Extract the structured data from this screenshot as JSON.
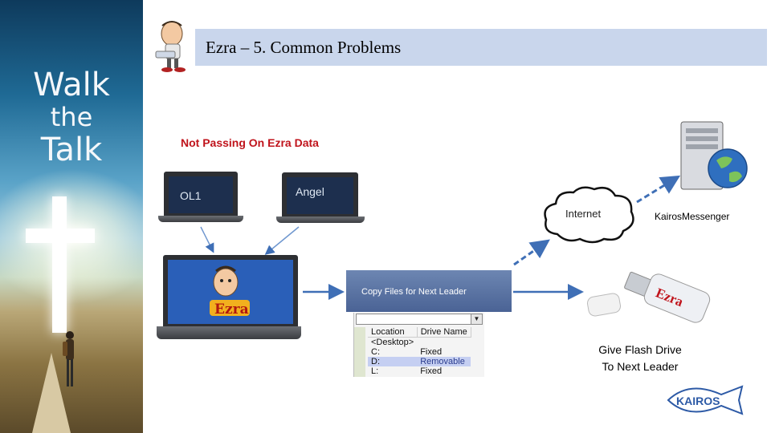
{
  "banner": {
    "line1": "Walk",
    "line2": "the",
    "line3": "Talk"
  },
  "title": "Ezra – 5. Common Problems",
  "subtitle": "Not Passing On Ezra Data",
  "laptops": {
    "ol1": "OL1",
    "angel": "Angel",
    "center_logo": "Ezra"
  },
  "cloud": {
    "label": "Internet"
  },
  "server": {
    "label": "KairosMessenger"
  },
  "copy_window": {
    "title": "Copy Files for Next Leader"
  },
  "drive_list": {
    "headers": [
      "Location",
      "Drive Name"
    ],
    "rows": [
      {
        "location": "<Desktop>",
        "name": ""
      },
      {
        "location": "C:",
        "name": "Fixed"
      },
      {
        "location": "D:",
        "name": "Removable",
        "selected": true
      },
      {
        "location": "L:",
        "name": "Fixed"
      }
    ]
  },
  "flash_drive": {
    "brand": "Ezra"
  },
  "give_text": {
    "line1": "Give Flash Drive",
    "line2": "To Next Leader"
  },
  "logo": {
    "text": "KAIROS"
  },
  "colors": {
    "title_bar": "#c9d6ec",
    "subtitle": "#c0141c",
    "arrow": "#3f6fb6"
  }
}
